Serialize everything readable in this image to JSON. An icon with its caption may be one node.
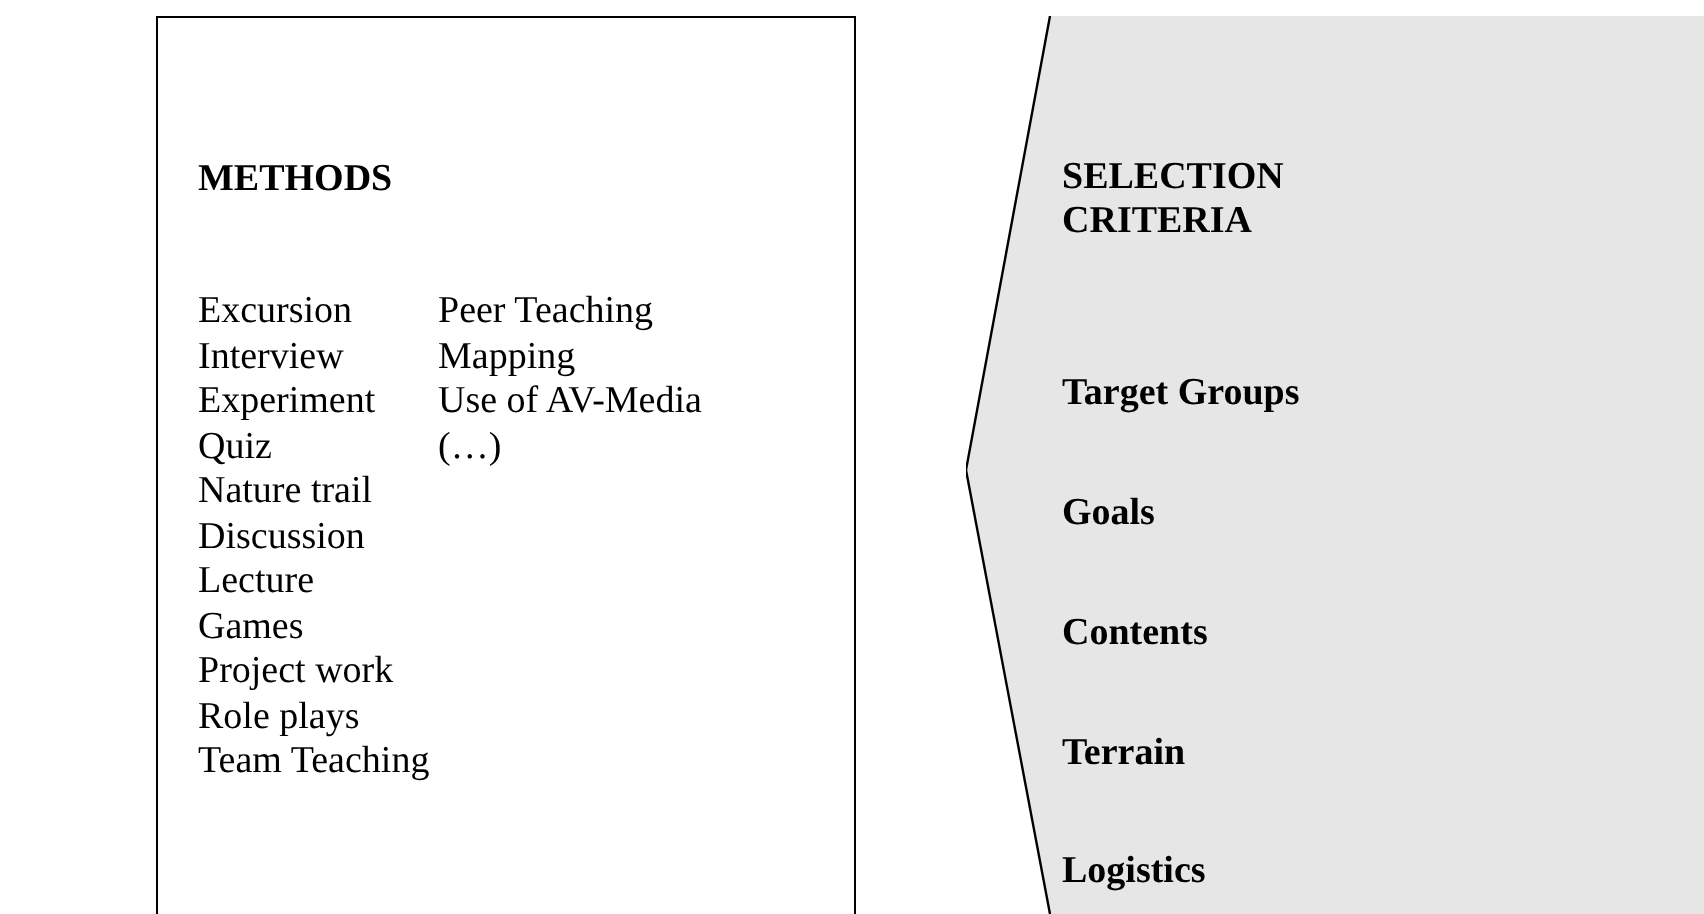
{
  "diagram": {
    "nodes": [
      {
        "text": [
          "METHODS",
          "Excursion",
          "Interview",
          "Experiment",
          "Quiz",
          "Nature trail",
          "Discussion",
          "Lecture",
          "Games",
          "Project work",
          "Role plays",
          "Team Teaching",
          "Peer Teaching",
          "Mapping",
          "Use of AV-Media",
          "(…)"
        ]
      },
      {
        "text": [
          "SELECTION CRITERIA",
          "Target Groups",
          "Goals",
          "Contents",
          "Terrain",
          "Logistics"
        ]
      }
    ]
  }
}
